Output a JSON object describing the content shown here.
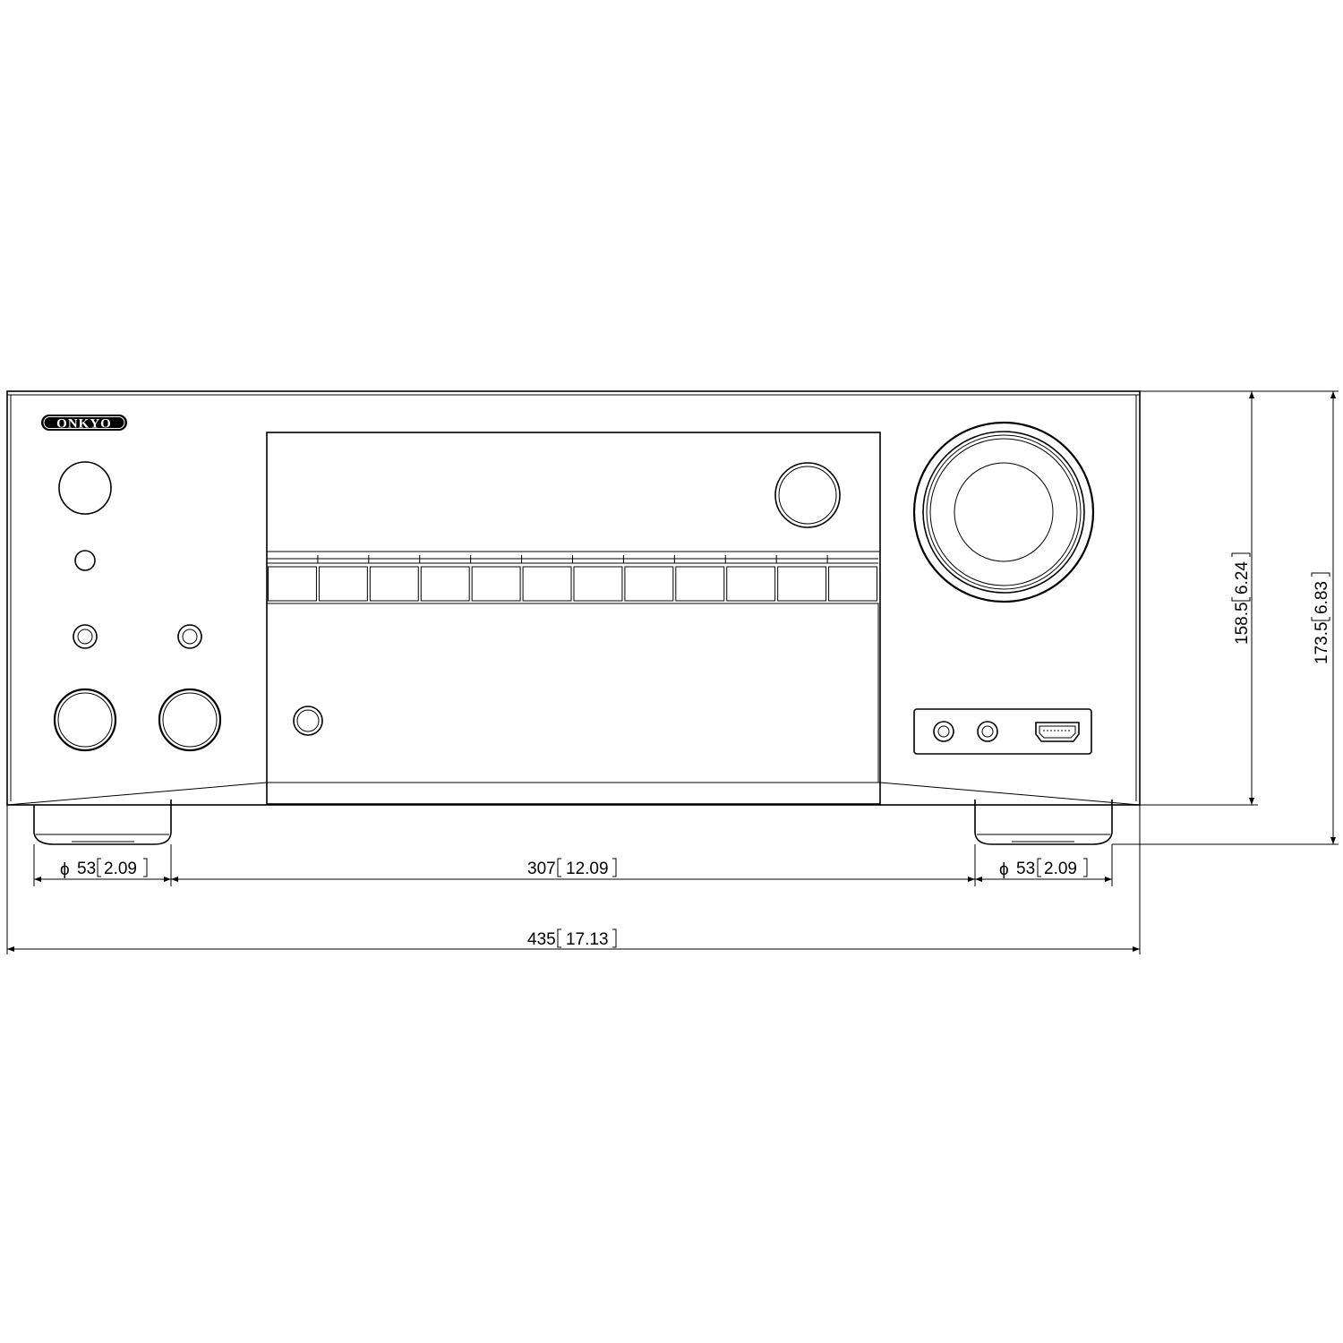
{
  "brand": {
    "logo_text": "ONKYO"
  },
  "dimensions": {
    "foot_left": {
      "symbol": "ϕ",
      "mm": "53",
      "inch": "2.09"
    },
    "foot_span": {
      "mm": "307",
      "inch": "12.09"
    },
    "foot_right": {
      "symbol": "ϕ",
      "mm": "53",
      "inch": "2.09"
    },
    "width": {
      "mm": "435",
      "inch": "17.13"
    },
    "height_body": {
      "mm": "158.5",
      "inch": "6.24"
    },
    "height_total": {
      "mm": "173.5",
      "inch": "6.83"
    }
  },
  "panel": {
    "button_strip_count": 12
  }
}
